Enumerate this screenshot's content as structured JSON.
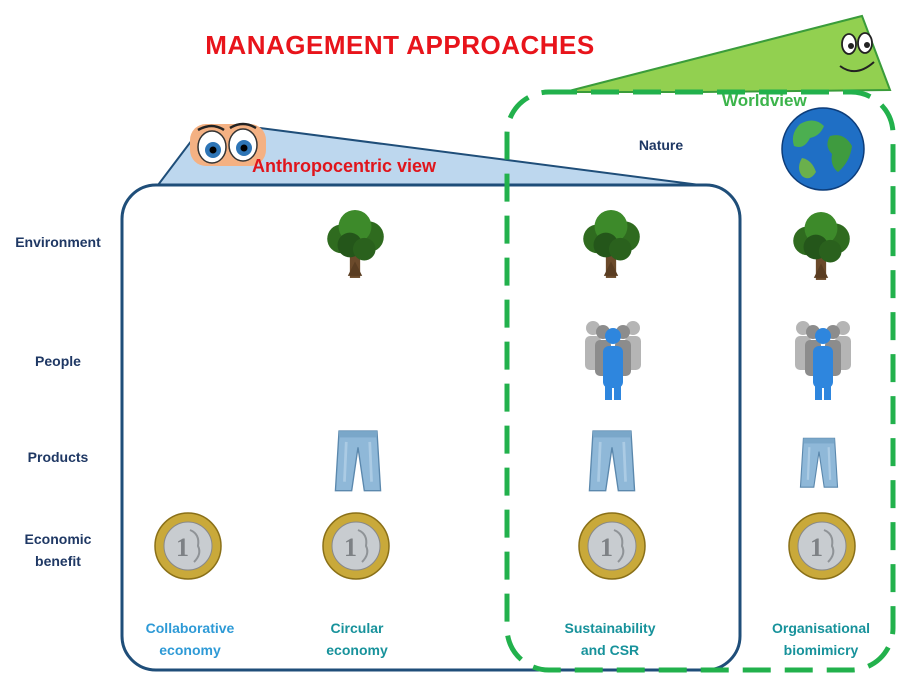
{
  "title": "MANAGEMENT APPROACHES",
  "anthropocentric_label": "Anthropocentric view",
  "worldview_label": "Worldview",
  "nature_label": "Nature",
  "rows": {
    "environment": "Environment",
    "people": "People",
    "products": "Products",
    "economic_line1": "Economic",
    "economic_line2": "benefit"
  },
  "columns": {
    "collaborative": [
      "Collaborative",
      "economy"
    ],
    "circular": [
      "Circular",
      "economy"
    ],
    "sustainability": [
      "Sustainability",
      "and  CSR"
    ],
    "biomimicry": [
      "Organisational",
      "biomimicry"
    ]
  },
  "colors": {
    "title": "#e8141b",
    "anthro_box": "#1f4e79",
    "worldview_box": "#22b14c",
    "row_label": "#1f3864"
  }
}
